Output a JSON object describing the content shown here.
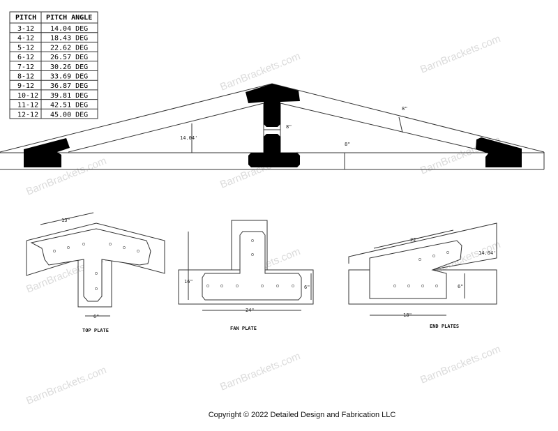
{
  "table": {
    "headers": [
      "PITCH",
      "PITCH ANGLE"
    ],
    "rows": [
      [
        "3-12",
        "14.04 DEG"
      ],
      [
        "4-12",
        "18.43 DEG"
      ],
      [
        "5-12",
        "22.62 DEG"
      ],
      [
        "6-12",
        "26.57 DEG"
      ],
      [
        "7-12",
        "30.26 DEG"
      ],
      [
        "8-12",
        "33.69 DEG"
      ],
      [
        "9-12",
        "36.87 DEG"
      ],
      [
        "10-12",
        "39.81 DEG"
      ],
      [
        "11-12",
        "42.51 DEG"
      ],
      [
        "12-12",
        "45.00 DEG"
      ]
    ]
  },
  "truss": {
    "angle": "14.04'",
    "gap": "8\"",
    "rafter_depth": "8\"",
    "chord_depth": "8\""
  },
  "top_plate": {
    "label": "TOP PLATE",
    "width": "13\"",
    "stem": "6\""
  },
  "fan_plate": {
    "label": "FAN PLATE",
    "height": "16\"",
    "depth": "6\"",
    "width": "24\""
  },
  "end_plates": {
    "label": "END PLATES",
    "top": "22\"",
    "angle": "14.04'",
    "depth": "6\"",
    "bottom": "18\""
  },
  "watermark": "BarnBrackets.com",
  "copyright": "Copyright © 2022 Detailed Design and Fabrication LLC"
}
